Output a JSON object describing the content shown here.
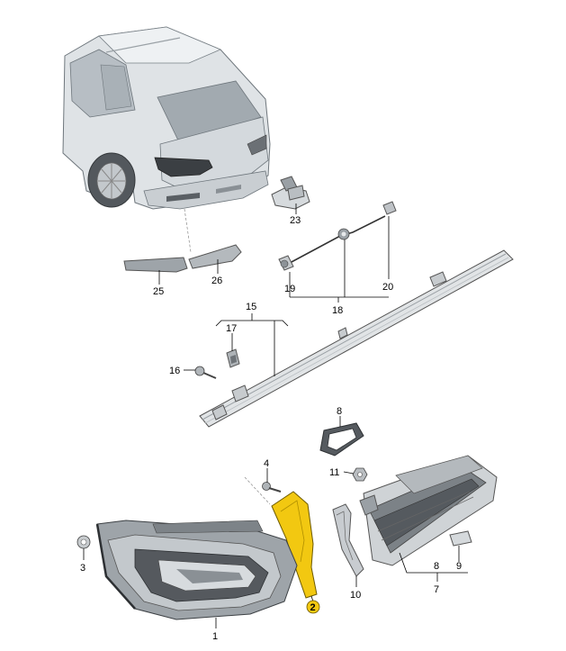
{
  "diagram": {
    "labels": {
      "p1": "1",
      "p2": "2",
      "p3": "3",
      "p4": "4",
      "p7": "7",
      "p8a": "8",
      "p8b": "8",
      "p9": "9",
      "p10": "10",
      "p11": "11",
      "p15": "15",
      "p16": "16",
      "p17": "17",
      "p18": "18",
      "p19": "19",
      "p20": "20",
      "p23": "23",
      "p25": "25",
      "p26": "26"
    },
    "highlight_color": "#f2c811"
  }
}
